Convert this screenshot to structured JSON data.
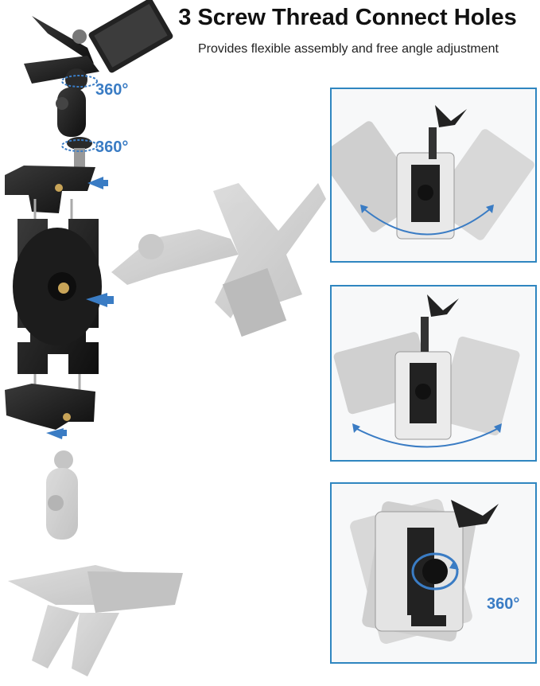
{
  "header": {
    "title": "3 Screw Thread Connect Holes",
    "subtitle": "Provides flexible assembly and free angle adjustment"
  },
  "labels": {
    "rotation_top": "360°",
    "rotation_mid": "360°",
    "rotation_panel": "360°"
  },
  "colors": {
    "accent": "#2f86c0",
    "arrow": "#3a7cc4",
    "product": "#1a1a1a",
    "ghost": "#c8c8c8"
  }
}
